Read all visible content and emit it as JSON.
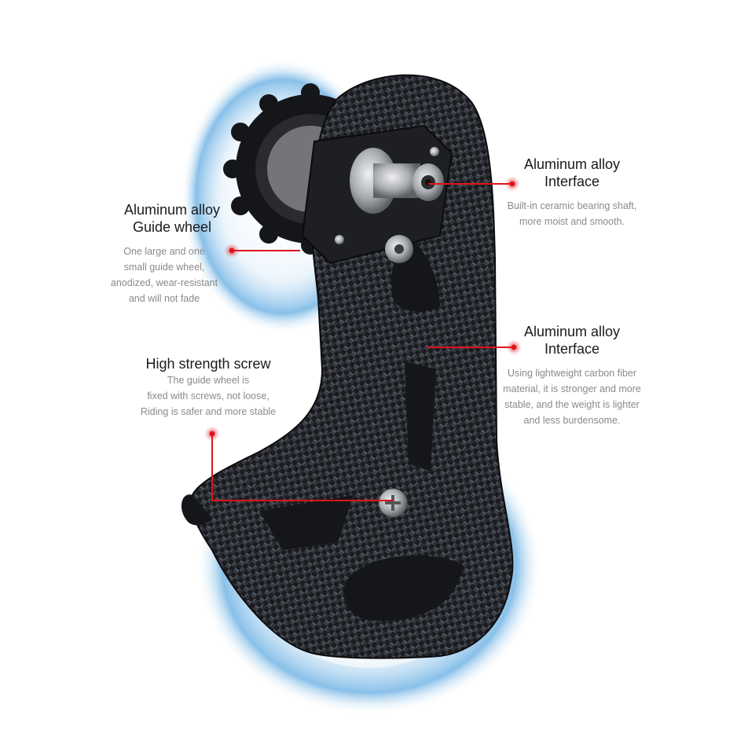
{
  "accent_color": "#e0131c",
  "callouts": {
    "guide_wheel": {
      "title_line1": "Aluminum alloy",
      "title_line2": "Guide wheel",
      "desc_lines": [
        "One large and one",
        "small guide wheel,",
        "anodized, wear-resistant",
        "and will not fade"
      ]
    },
    "interface_top": {
      "title_line1": "Aluminum alloy",
      "title_line2": "Interface",
      "desc_lines": [
        "Built-in ceramic bearing shaft,",
        "more moist and smooth."
      ]
    },
    "interface_mid": {
      "title_line1": "Aluminum alloy",
      "title_line2": "Interface",
      "desc_lines": [
        "Using lightweight carbon fiber",
        "material, it is stronger and more",
        "stable, and the weight is lighter",
        "and less burdensome."
      ]
    },
    "screw": {
      "title_line1": "High strength screw",
      "desc_lines": [
        "The guide wheel is",
        "fixed with screws, not loose,",
        "Riding is safer and more stable"
      ]
    }
  },
  "icons": [
    "pulley-wheel-icon",
    "carbon-cage-icon",
    "axle-shaft-icon",
    "screw-icon",
    "callout-dot-icon"
  ]
}
